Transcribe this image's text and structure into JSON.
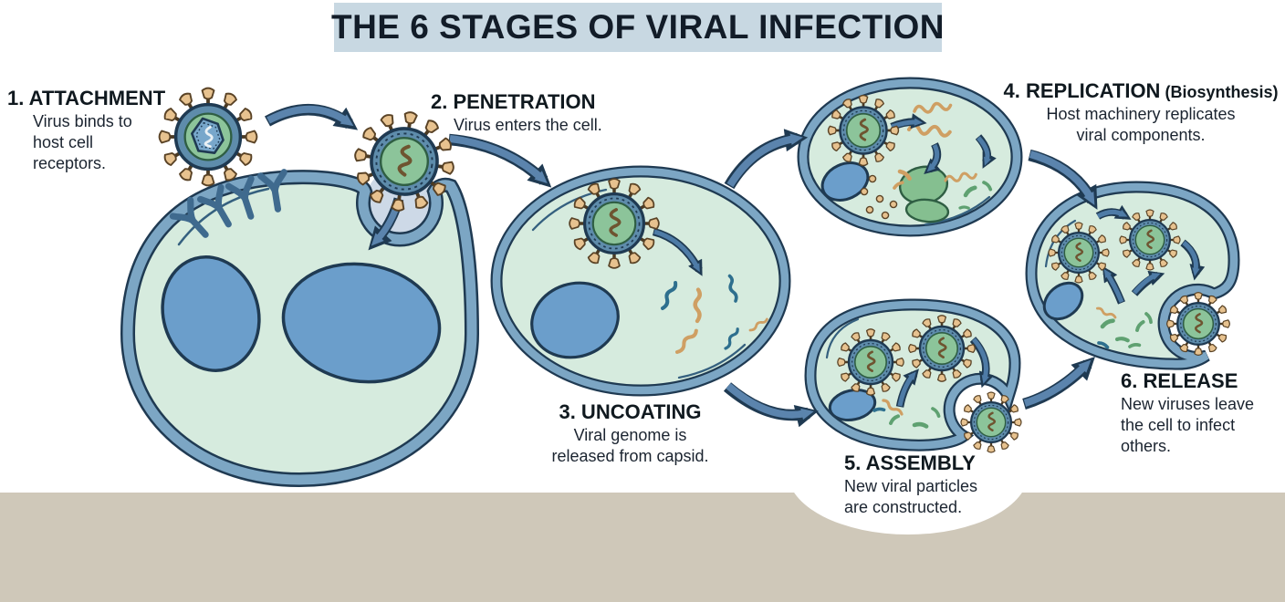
{
  "title": "THE 6 STAGES OF VIRAL INFECTION",
  "stages": [
    {
      "heading": "1. ATTACHMENT",
      "description": "Virus binds to\nhost cell\nreceptors."
    },
    {
      "heading": "2. PENETRATION",
      "description": "Virus enters the cell."
    },
    {
      "heading": "3. UNCOATING",
      "description": "Viral genome is\nreleased from capsid."
    },
    {
      "heading": "4. REPLICATION",
      "suffix": "(Biosynthesis)",
      "description": "Host machinery replicates\nviral components."
    },
    {
      "heading": "5. ASSEMBLY",
      "description": "New viral particles\nare constructed."
    },
    {
      "heading": "6. RELEASE",
      "description": "New viruses leave\nthe cell to infect\nothers."
    }
  ],
  "colors": {
    "background": "#ffffff",
    "banner_bg": "#c8d8e2",
    "ground_band": "#cfc8b9",
    "cell_fill": "#d6ebde",
    "membrane": "#7ca6c4",
    "outline": "#1f3a52",
    "nucleus": "#6b9ecb",
    "virus_envelope": "#5e8cab",
    "virus_core": "#8cc49a",
    "virus_spike": "#e7c28f",
    "capsid_blue": "#78a7cb",
    "arrow": "#5b84ad",
    "genome_teal": "#2e6f8e",
    "genome_tan": "#cf9f63",
    "ribosome_green": "#85bf90"
  }
}
